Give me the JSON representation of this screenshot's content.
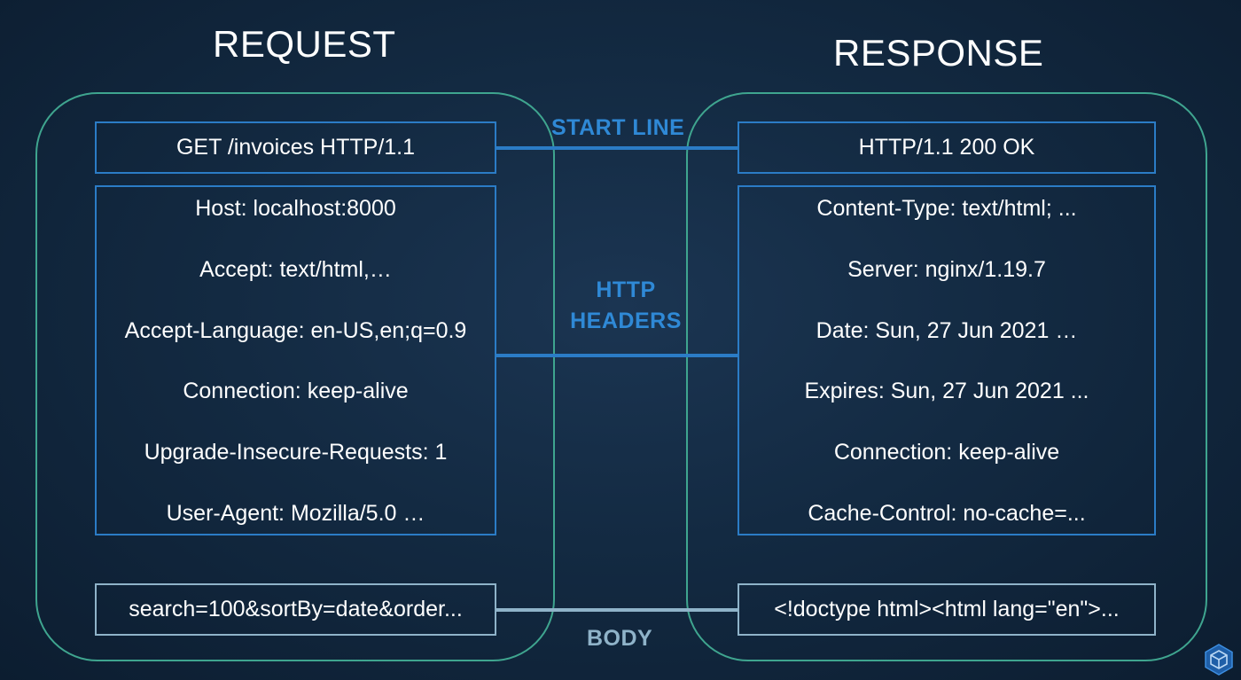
{
  "request": {
    "title": "REQUEST",
    "start_line": "GET /invoices HTTP/1.1",
    "headers": [
      "Host: localhost:8000",
      "Accept: text/html,…",
      "Accept-Language: en-US,en;q=0.9",
      "Connection: keep-alive",
      "Upgrade-Insecure-Requests: 1",
      "User-Agent: Mozilla/5.0 …"
    ],
    "body": "search=100&sortBy=date&order..."
  },
  "response": {
    "title": "RESPONSE",
    "start_line": "HTTP/1.1 200 OK",
    "headers": [
      "Content-Type: text/html; ...",
      "Server: nginx/1.19.7",
      "Date: Sun, 27 Jun 2021 …",
      "Expires: Sun, 27 Jun 2021 ...",
      "Connection: keep-alive",
      "Cache-Control: no-cache=..."
    ],
    "body": "<!doctype html><html lang=\"en\">..."
  },
  "labels": {
    "start_line": "START LINE",
    "headers_line1": "HTTP",
    "headers_line2": "HEADERS",
    "body": "BODY"
  },
  "colors": {
    "outline": "#3fa58f",
    "box_border": "#2b7cc6",
    "body_border": "#8fb3c9",
    "label": "#2f89d6"
  },
  "icons": {
    "logo": "cube-hexagon-icon"
  }
}
